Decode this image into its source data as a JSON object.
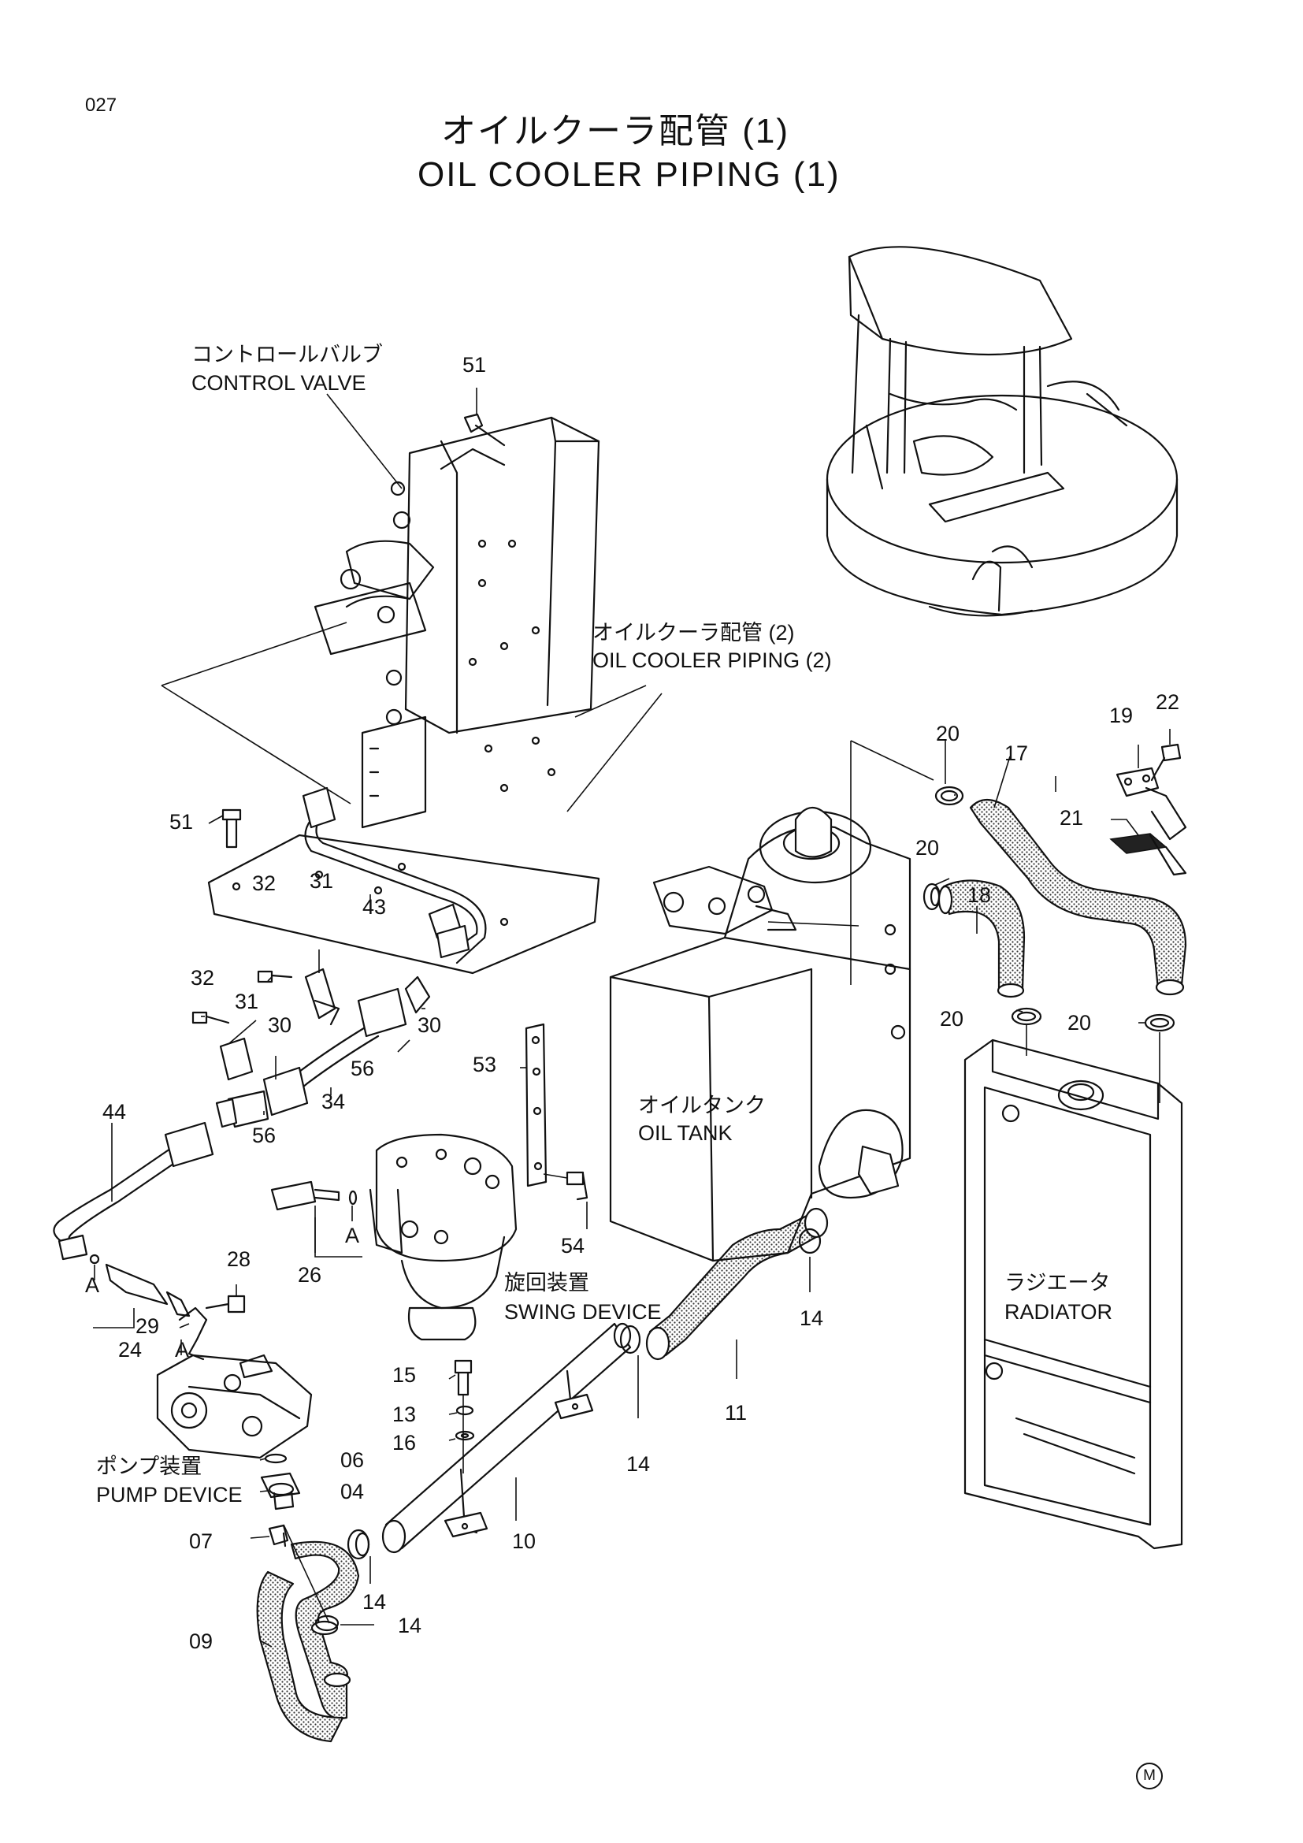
{
  "page": {
    "number": "027",
    "title_jp": "オイルクーラ配管 (1)",
    "title_en": "OIL COOLER PIPING (1)",
    "mark": "M"
  },
  "labels": {
    "control_valve_jp": "コントロールバルブ",
    "control_valve_en": "CONTROL VALVE",
    "oil_cooler_2_jp": "オイルクーラ配管 (2)",
    "oil_cooler_2_en": "OIL COOLER PIPING (2)",
    "oil_tank_jp": "オイルタンク",
    "oil_tank_en": "OIL TANK",
    "swing_jp": "旋回装置",
    "swing_en": "SWING DEVICE",
    "pump_jp": "ポンプ装置",
    "pump_en": "PUMP DEVICE",
    "radiator_jp": "ラジエータ",
    "radiator_en": "RADIATOR"
  },
  "refs": {
    "r51a": "51",
    "r51b": "51",
    "r20a": "20",
    "r20b": "20",
    "r20c": "20",
    "r20d": "20",
    "r19": "19",
    "r22": "22",
    "r17": "17",
    "r21": "21",
    "r18": "18",
    "r43": "43",
    "r32a": "32",
    "r31a": "31",
    "r32b": "32",
    "r31b": "31",
    "r30a": "30",
    "r30b": "30",
    "r56a": "56",
    "r56b": "56",
    "r34": "34",
    "r53": "53",
    "r44": "44",
    "r54": "54",
    "r26": "26",
    "rAa": "A",
    "rAb": "A",
    "rAc": "A",
    "r28": "28",
    "r29": "29",
    "r24": "24",
    "r14a": "14",
    "r14b": "14",
    "r14c": "14",
    "r14d": "14",
    "r15": "15",
    "r13": "13",
    "r16": "16",
    "r11": "11",
    "r10": "10",
    "r06": "06",
    "r04": "04",
    "r07": "07",
    "r09": "09"
  }
}
